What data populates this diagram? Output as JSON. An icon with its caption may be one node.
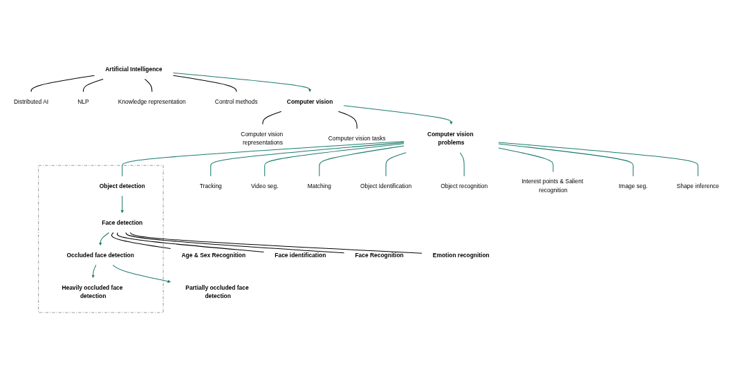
{
  "diagram": {
    "nodes": [
      {
        "text": [
          "Artificial Intelligence"
        ]
      },
      {
        "text": [
          "Distributed AI"
        ]
      },
      {
        "text": [
          "NLP"
        ]
      },
      {
        "text": [
          "Knowledge representation"
        ]
      },
      {
        "text": [
          "Control methods"
        ]
      },
      {
        "text": [
          "Computer vision"
        ]
      },
      {
        "text": [
          "Computer vision representations"
        ]
      },
      {
        "text": [
          "Computer vision tasks"
        ]
      },
      {
        "text": [
          "Computer vision problems"
        ]
      },
      {
        "text": [
          "Tracking"
        ]
      },
      {
        "text": [
          "Video seg."
        ]
      },
      {
        "text": [
          "Matching"
        ]
      },
      {
        "text": [
          "Object Identification"
        ]
      },
      {
        "text": [],
        "shape": "box"
      },
      {
        "text": [
          "Object detection"
        ],
        "in": 13
      },
      {
        "text": [
          "Face detection"
        ],
        "in": 13
      },
      {
        "text": [
          "Occluded face detection"
        ],
        "in": 13
      },
      {
        "text": [
          "Heavily occluded face detection"
        ],
        "in": 13
      },
      {
        "text": [
          "Object recognition"
        ]
      },
      {
        "text": [
          "Interest points & Salient recognition"
        ]
      },
      {
        "text": [
          "Image seg."
        ]
      },
      {
        "text": [
          "Shape inference"
        ]
      },
      {
        "text": [
          "Age & Sex Recognition"
        ]
      },
      {
        "text": [
          "Face identification"
        ]
      },
      {
        "text": [
          "Face Recognition"
        ]
      },
      {
        "text": [
          "Emotion recognition"
        ]
      },
      {
        "text": [
          "Partially occluded face detection"
        ]
      }
    ],
    "edges": [
      {
        "from": 0,
        "to": 1,
        "arrow": "none",
        "color": "#000000"
      },
      {
        "from": 0,
        "to": 2,
        "arrow": "none",
        "color": "#000000"
      },
      {
        "from": 0,
        "to": 3,
        "arrow": "none",
        "color": "#000000"
      },
      {
        "from": 0,
        "to": 4,
        "arrow": "none",
        "color": "#000000"
      },
      {
        "from": 0,
        "to": 5,
        "arrow": "to"
      },
      {
        "from": 5,
        "to": 6,
        "arrow": "none",
        "color": "#000000"
      },
      {
        "from": 5,
        "to": 7,
        "arrow": "none",
        "color": "#000000"
      },
      {
        "from": 5,
        "to": 8,
        "arrow": "to"
      },
      {
        "from": 8,
        "to": 9,
        "arrow": "none"
      },
      {
        "from": 8,
        "to": 10,
        "arrow": "none"
      },
      {
        "from": 8,
        "to": 11,
        "arrow": "none"
      },
      {
        "from": 8,
        "to": 12,
        "arrow": "none"
      },
      {
        "from": 8,
        "to": 14,
        "arrow": "none"
      },
      {
        "from": 8,
        "to": 18,
        "arrow": "none"
      },
      {
        "from": 8,
        "to": 19,
        "arrow": "none"
      },
      {
        "from": 8,
        "to": 20,
        "arrow": "none"
      },
      {
        "from": 8,
        "to": 21,
        "arrow": "none"
      },
      {
        "from": 14,
        "to": 15,
        "arrow": "to"
      },
      {
        "from": 15,
        "to": 22,
        "arrow": "none",
        "color": "#000000"
      },
      {
        "from": 15,
        "to": 23,
        "arrow": "none",
        "color": "#000000"
      },
      {
        "from": 15,
        "to": 24,
        "arrow": "none",
        "color": "#000000"
      },
      {
        "from": 15,
        "to": 25,
        "arrow": "none",
        "color": "#000000"
      },
      {
        "from": 15,
        "to": 16,
        "arrow": "to"
      },
      {
        "from": 16,
        "to": 17,
        "arrow": "to"
      },
      {
        "from": 16,
        "to": 26,
        "arrow": "to"
      }
    ]
  }
}
